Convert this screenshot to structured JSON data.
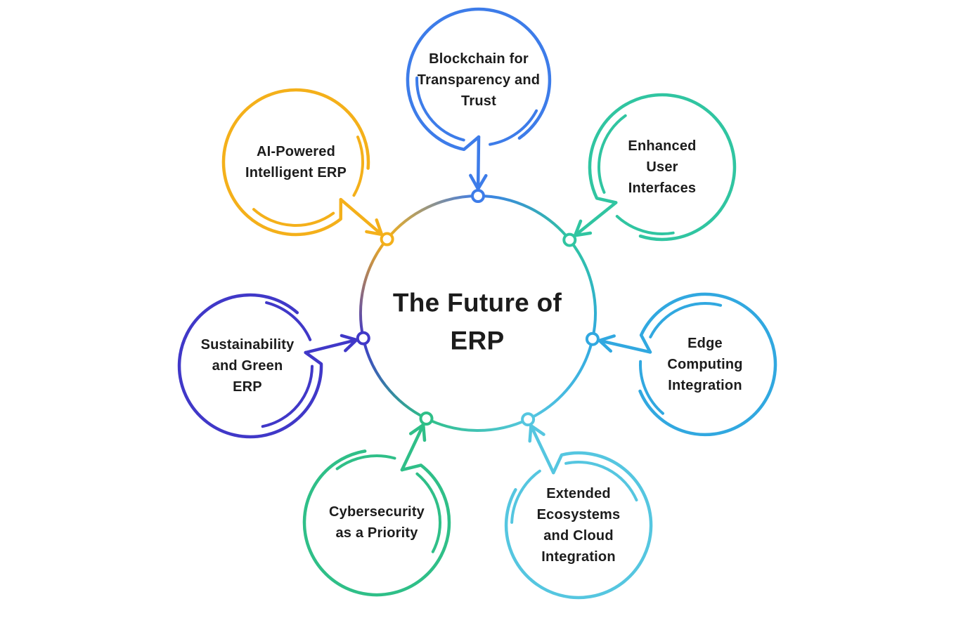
{
  "diagram": {
    "title": "The Future of ERP",
    "background_color": "#ffffff",
    "text_color": "#1c1c1c",
    "center": {
      "label": "The Future of ERP"
    },
    "nodes": [
      {
        "id": "blockchain",
        "label": "Blockchain for Transparency and Trust",
        "color": "#3d7ce9"
      },
      {
        "id": "enhanced-ui",
        "label": "Enhanced User Interfaces",
        "color": "#30c5a1"
      },
      {
        "id": "edge-computing",
        "label": "Edge Computing Integration",
        "color": "#31a8e0"
      },
      {
        "id": "extended-ecosystems",
        "label": "Extended Ecosystems and Cloud Integration",
        "color": "#55c6e0"
      },
      {
        "id": "cybersecurity",
        "label": "Cybersecurity as a Priority",
        "color": "#2fbf88"
      },
      {
        "id": "sustainability",
        "label": "Sustainability and Green ERP",
        "color": "#4038c8"
      },
      {
        "id": "ai-powered",
        "label": "AI-Powered Intelligent ERP",
        "color": "#f4b01a"
      }
    ]
  }
}
